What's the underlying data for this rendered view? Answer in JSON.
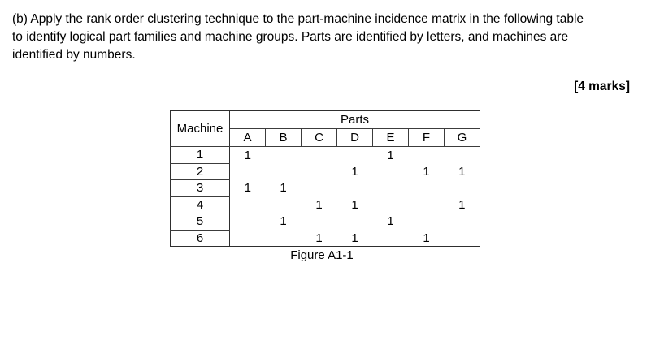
{
  "question": {
    "lines": [
      "(b) Apply the rank order clustering technique to the part-machine incidence matrix in the following table",
      "to identify logical part families and machine groups. Parts are identified by letters, and machines are",
      "identified by numbers."
    ],
    "marks_label": "[4 marks]"
  },
  "table": {
    "corner_header": "Machine",
    "group_header": "Parts",
    "part_columns": [
      "A",
      "B",
      "C",
      "D",
      "E",
      "F",
      "G"
    ],
    "rows": [
      {
        "machine": "1",
        "values": [
          "1",
          "",
          "",
          "",
          "1",
          "",
          ""
        ]
      },
      {
        "machine": "2",
        "values": [
          "",
          "",
          "",
          "1",
          "",
          "1",
          "1"
        ]
      },
      {
        "machine": "3",
        "values": [
          "1",
          "1",
          "",
          "",
          "",
          "",
          ""
        ]
      },
      {
        "machine": "4",
        "values": [
          "",
          "",
          "1",
          "1",
          "",
          "",
          "1"
        ]
      },
      {
        "machine": "5",
        "values": [
          "",
          "1",
          "",
          "",
          "1",
          "",
          ""
        ]
      },
      {
        "machine": "6",
        "values": [
          "",
          "",
          "1",
          "1",
          "",
          "1",
          ""
        ]
      }
    ],
    "caption": "Figure A1-1"
  },
  "colors": {
    "text": "#000000",
    "border": "#2e2e2e",
    "background": "#ffffff"
  }
}
